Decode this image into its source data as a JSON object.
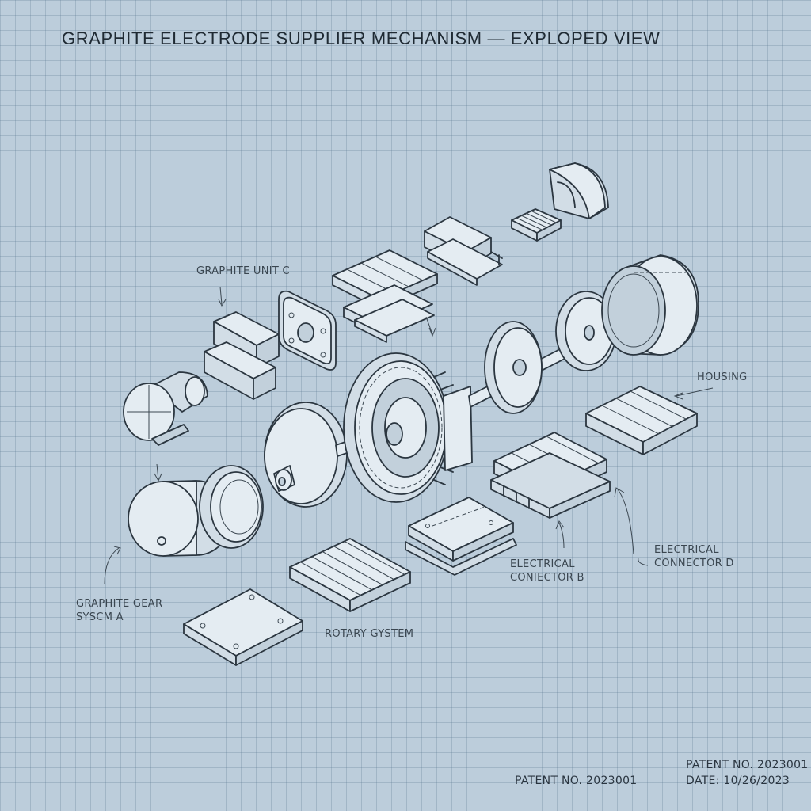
{
  "title": "GRAPHITE ELECTRODE SUPPLIER MECHANISM — EXPLOPED VIEW",
  "labels": {
    "graphite_unit_c": "GRAPHITE UNIT C",
    "housing": "HOUSING",
    "graphite_gear_line1": "GRAPHITE GEAR",
    "graphite_gear_line2": "SYSCM A",
    "rotary_system": "ROTARY GYSTEM",
    "connector_b_line1": "ELECTRICAL",
    "connector_b_line2": "CONIECTOR B",
    "connector_d_line1": "ELECTRICAL",
    "connector_d_line2": "CONNECTOR D"
  },
  "footer": {
    "patent_left": "PATENT NO. 2023001",
    "patent_right": "PATENT NO. 2023001",
    "date": "DATE:  10/26/2023"
  }
}
